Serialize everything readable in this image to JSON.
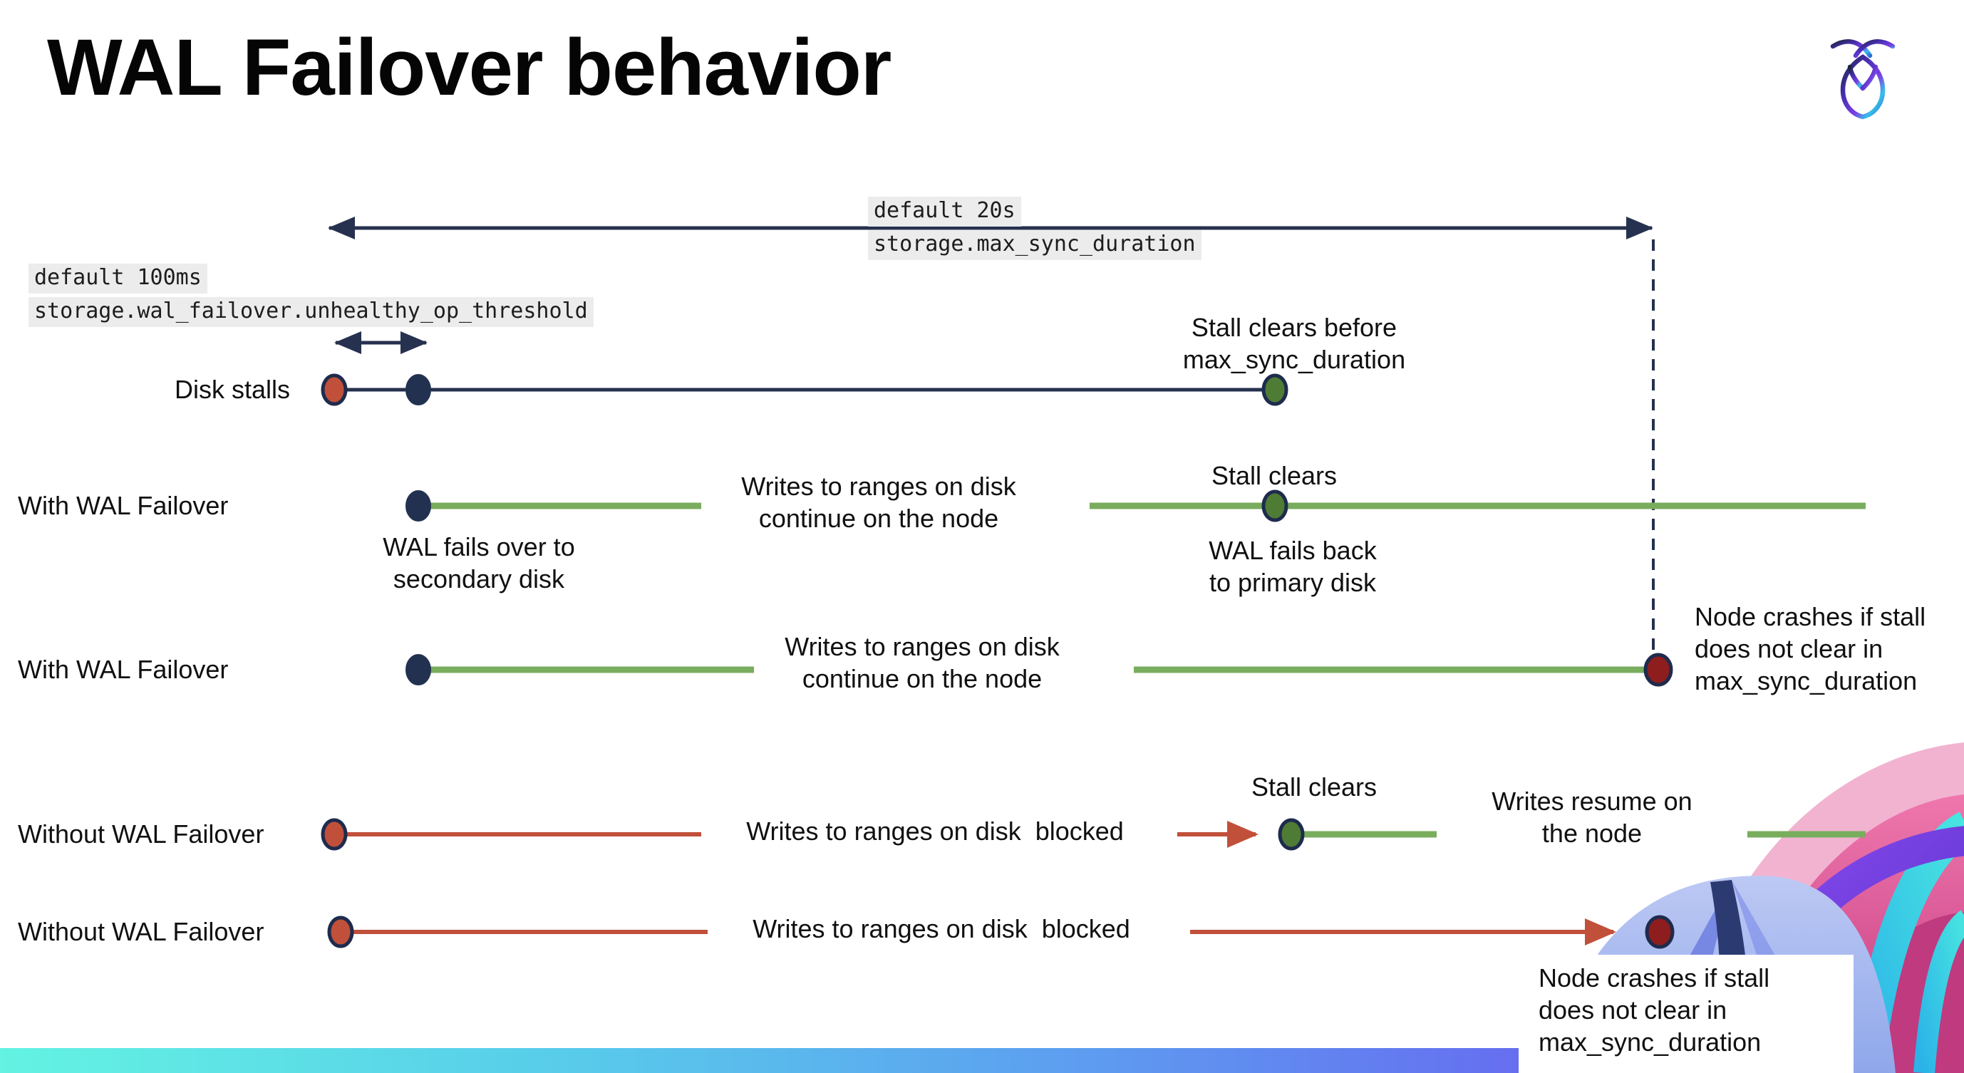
{
  "title": "WAL Failover behavior",
  "settings": {
    "max_sync_default": "default 20s",
    "max_sync_name": "storage.max_sync_duration",
    "threshold_default": "default 100ms",
    "threshold_name": "storage.wal_failover.unhealthy_op_threshold"
  },
  "row_labels": {
    "disk_stalls": "Disk stalls",
    "with_failover": "With WAL Failover",
    "with_failover_2": "With WAL Failover",
    "without_failover": "Without WAL Failover",
    "without_failover_2": "Without WAL Failover"
  },
  "annotations": {
    "stall_clears_before": "Stall clears before\nmax_sync_duration",
    "wal_fails_over": "WAL fails over to\nsecondary disk",
    "writes_continue": "Writes to ranges on disk\ncontinue on the node",
    "stall_clears": "Stall clears",
    "wal_fails_back": "WAL fails  back\nto primary disk",
    "node_crashes": "Node crashes if stall\ndoes not clear in\nmax_sync_duration",
    "writes_blocked": "Writes to ranges on disk  blocked",
    "writes_resume": "Writes resume on\nthe node"
  },
  "colors": {
    "navy": "#26314f",
    "red": "#c1503a",
    "dark_red": "#8e1d1d",
    "green_dot": "#4e7c35",
    "green_line": "#79ad5e",
    "highlight_bg": "#ececec",
    "bar_gradient_start": "#63f3e2",
    "bar_gradient_end": "#7a3fe4"
  },
  "icons": {
    "logo": "cockroachdb-mark"
  }
}
